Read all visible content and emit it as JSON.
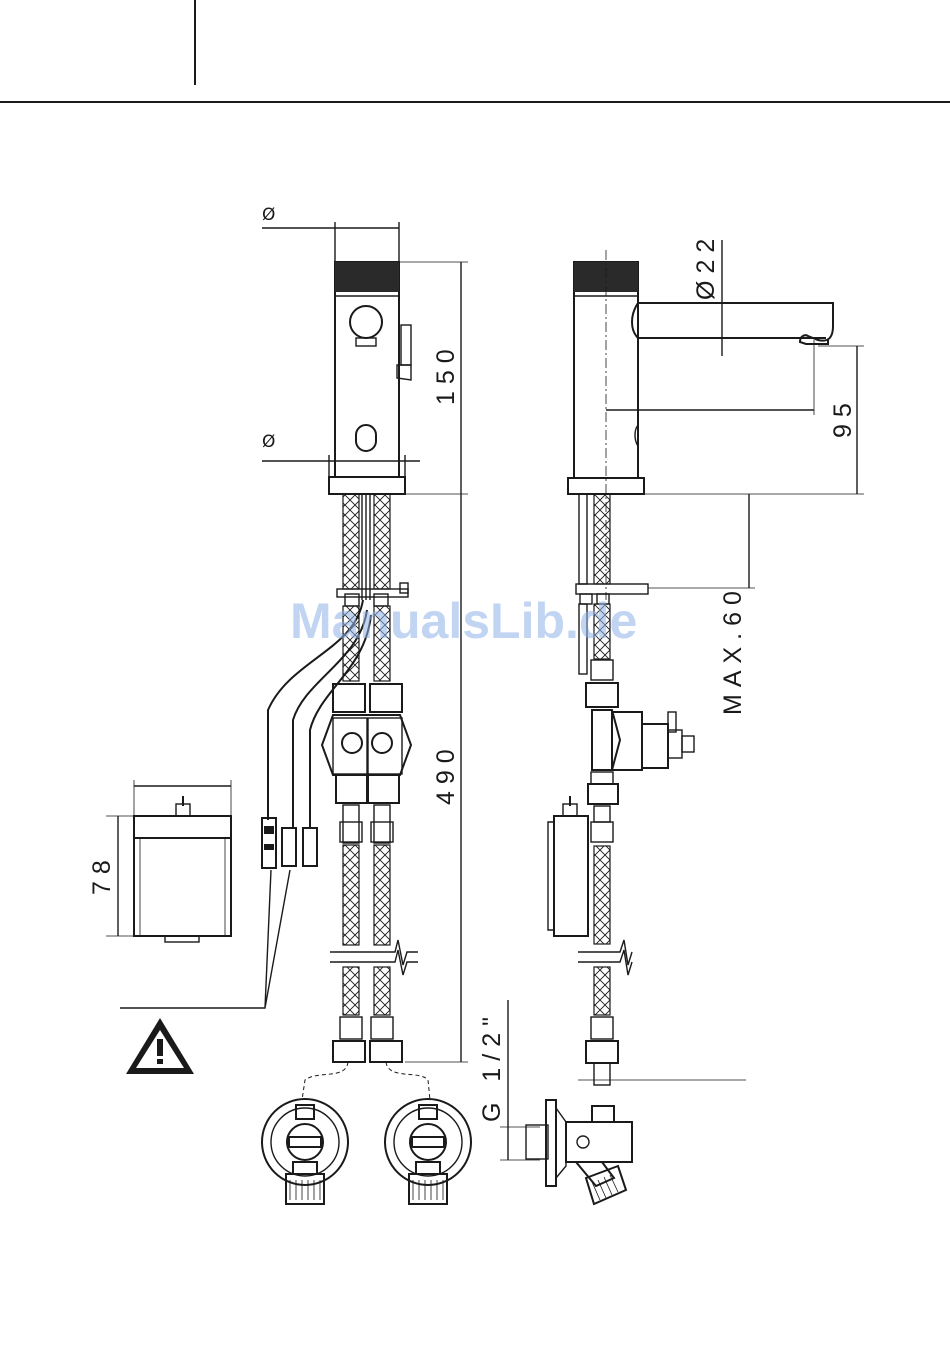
{
  "header": {
    "rule_color": "#1a1a1a"
  },
  "dimensions": {
    "diameter_top": "Ø",
    "diameter_base": "Ø",
    "height_faucet": "150",
    "length_hoses": "490",
    "battery_height": "78",
    "diameter_spout": "Ø22",
    "spout_height": "95",
    "max_thickness": "MAX.60",
    "thread": "G 1/2\""
  },
  "watermark": "ManualsLib.de",
  "icons": {
    "warning": "warning-triangle-icon"
  }
}
